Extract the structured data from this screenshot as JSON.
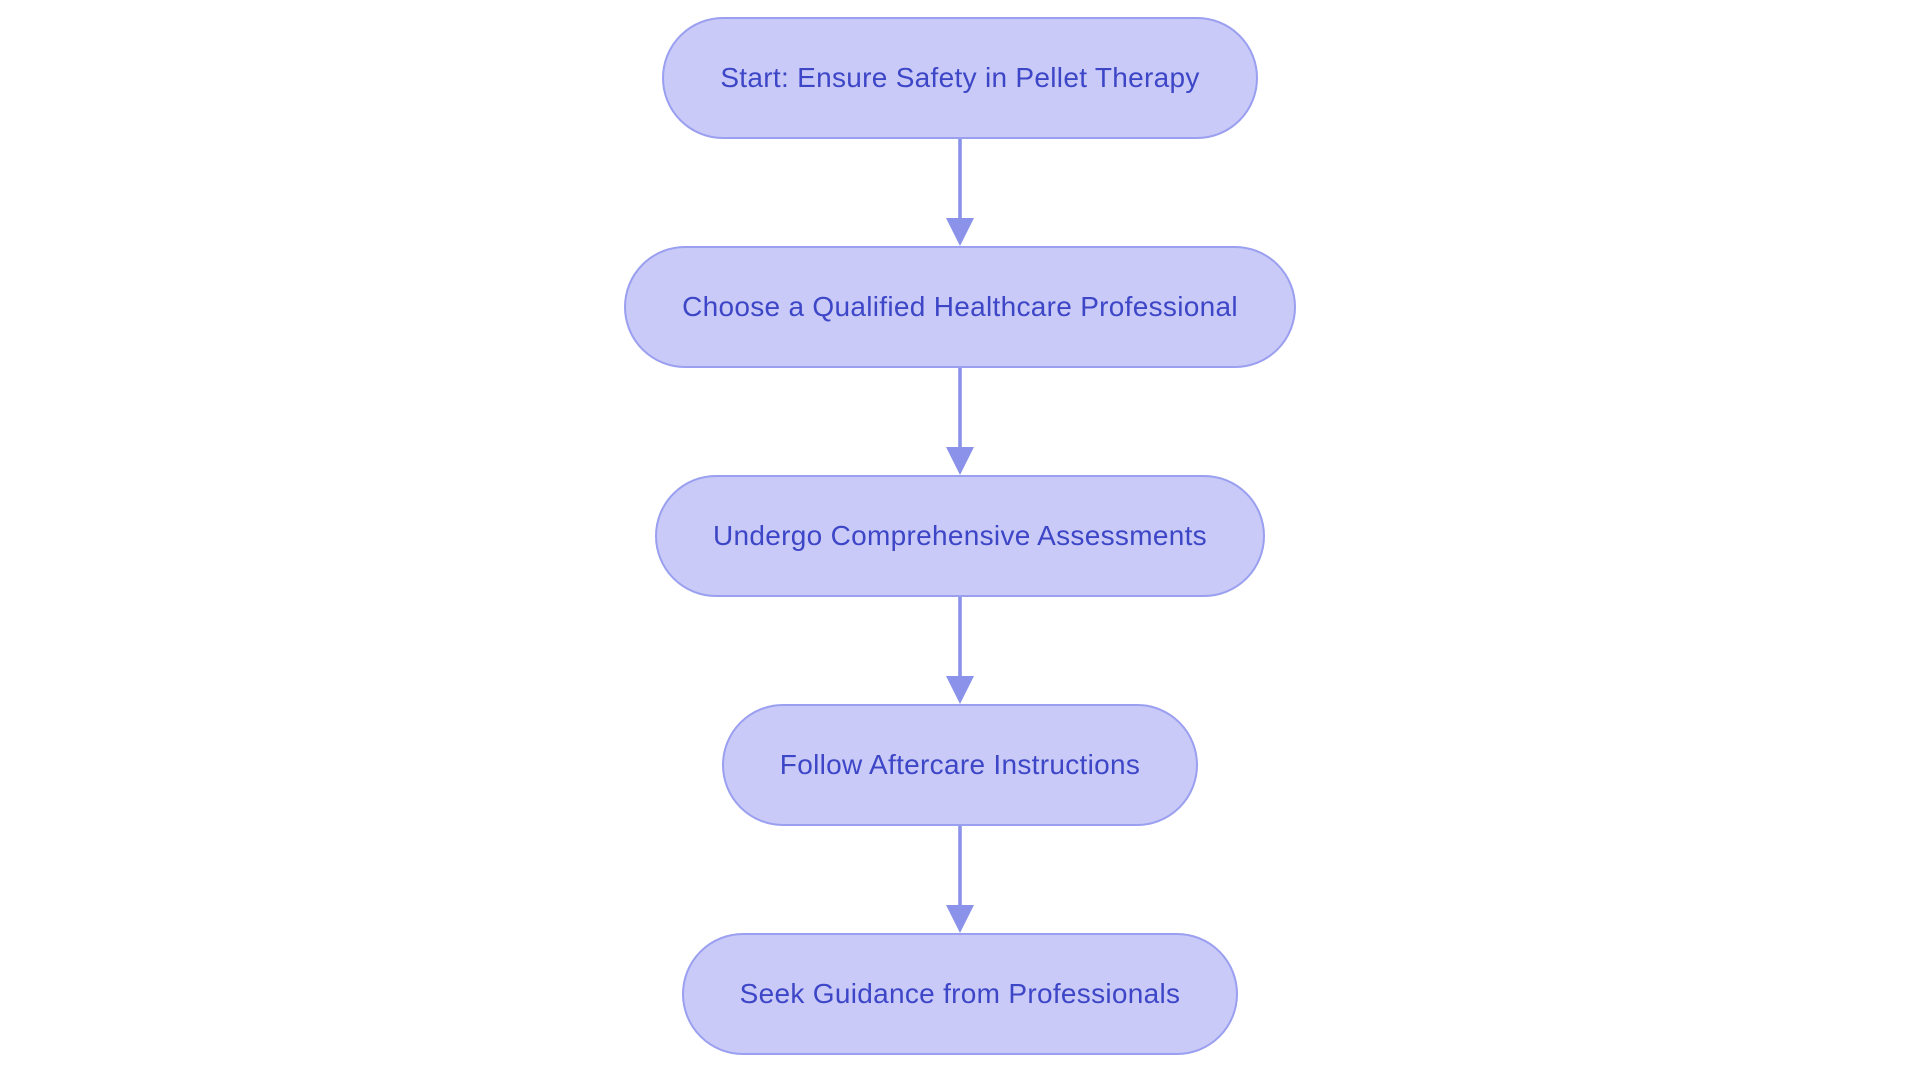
{
  "diagram": {
    "type": "flowchart",
    "direction": "top-down",
    "colors": {
      "background": "#ffffff",
      "node_fill": "#c9caf8",
      "node_border": "#9a9ff0",
      "text_color": "#3d46c6",
      "arrow_color": "#8b92ea"
    },
    "nodes": [
      {
        "id": "start",
        "label": "Start: Ensure Safety in Pellet Therapy"
      },
      {
        "id": "choose",
        "label": "Choose a Qualified Healthcare Professional"
      },
      {
        "id": "assess",
        "label": "Undergo Comprehensive Assessments"
      },
      {
        "id": "aftercare",
        "label": "Follow Aftercare Instructions"
      },
      {
        "id": "guidance",
        "label": "Seek Guidance from Professionals"
      }
    ],
    "edges": [
      {
        "from": "start",
        "to": "choose"
      },
      {
        "from": "choose",
        "to": "assess"
      },
      {
        "from": "assess",
        "to": "aftercare"
      },
      {
        "from": "aftercare",
        "to": "guidance"
      }
    ]
  }
}
